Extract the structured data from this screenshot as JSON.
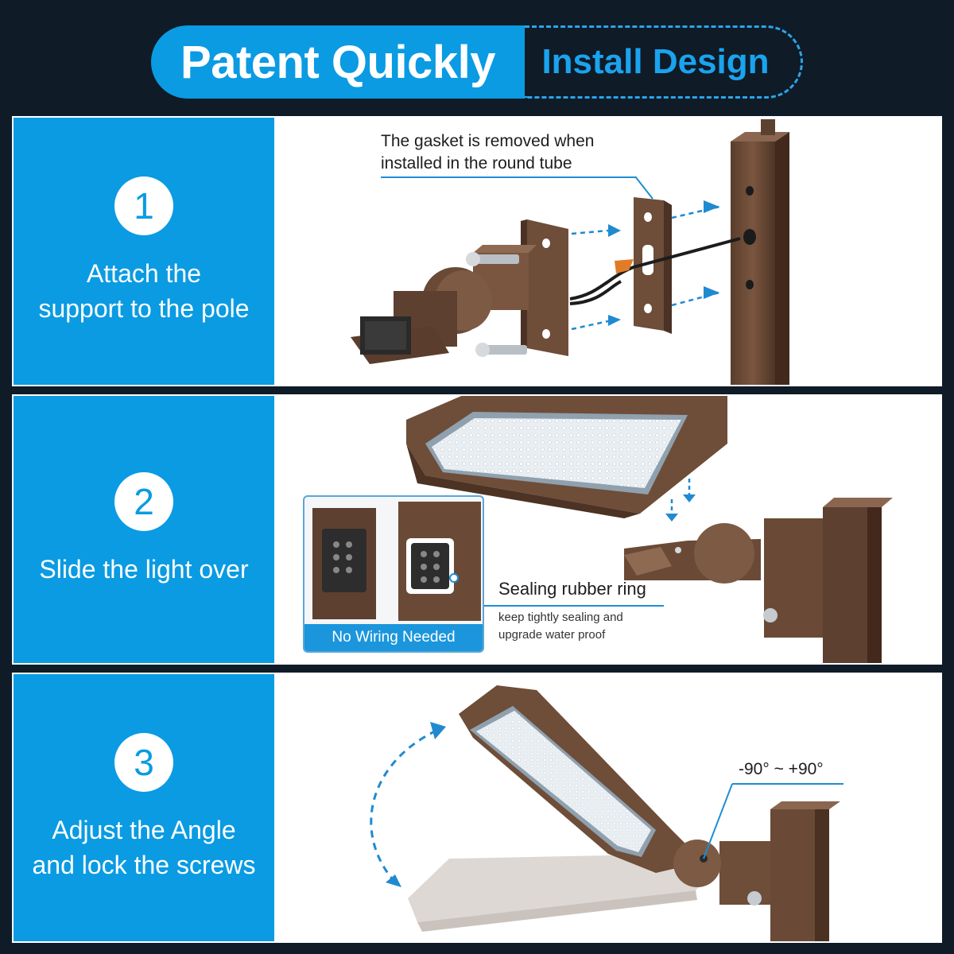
{
  "header": {
    "title_left": "Patent Quickly",
    "title_right": "Install Design"
  },
  "steps": [
    {
      "number": "1",
      "text": "Attach the\nsupport to the pole",
      "callout": "The gasket is removed when\ninstalled in the round tube"
    },
    {
      "number": "2",
      "text": "Slide the light over",
      "inset_badge": "No Wiring Needed",
      "seal_title": "Sealing rubber ring",
      "seal_subtitle": "keep tightly sealing and\nupgrade water proof"
    },
    {
      "number": "3",
      "text": "Adjust the Angle\nand lock the screws",
      "angle_label": "-90° ~ +90°"
    }
  ],
  "colors": {
    "background": "#0f1b27",
    "accent": "#0a9be3",
    "fixture_brown": "#6b4a35",
    "panel": "#ffffff"
  }
}
